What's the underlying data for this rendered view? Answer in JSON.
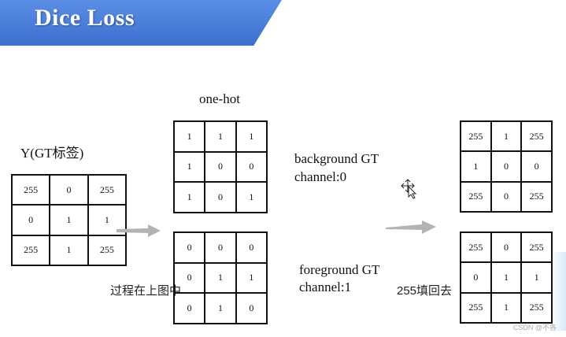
{
  "slide": {
    "title": "Dice Loss",
    "y_label": "Y(GT标签)",
    "onehot_label": "one-hot",
    "background_label_line1": "background GT",
    "background_label_line2": "channel:0",
    "foreground_label_line1": "foreground GT",
    "foreground_label_line2": "channel:1",
    "caption_left": "过程在上图中",
    "caption_right": "255填回去",
    "watermark": "CSDN @不各",
    "colors": {
      "banner": "#4a7fdc",
      "arrow": "#b0b0b0"
    }
  },
  "grids": {
    "y": [
      "255",
      "0",
      "255",
      "0",
      "1",
      "1",
      "255",
      "1",
      "255"
    ],
    "bg_onehot": [
      "1",
      "1",
      "1",
      "1",
      "0",
      "0",
      "1",
      "0",
      "1"
    ],
    "fg_onehot": [
      "0",
      "0",
      "0",
      "0",
      "1",
      "1",
      "0",
      "1",
      "0"
    ],
    "bg_filled": [
      "255",
      "1",
      "255",
      "1",
      "0",
      "0",
      "255",
      "0",
      "255"
    ],
    "fg_filled": [
      "255",
      "0",
      "255",
      "0",
      "1",
      "1",
      "255",
      "1",
      "255"
    ]
  }
}
